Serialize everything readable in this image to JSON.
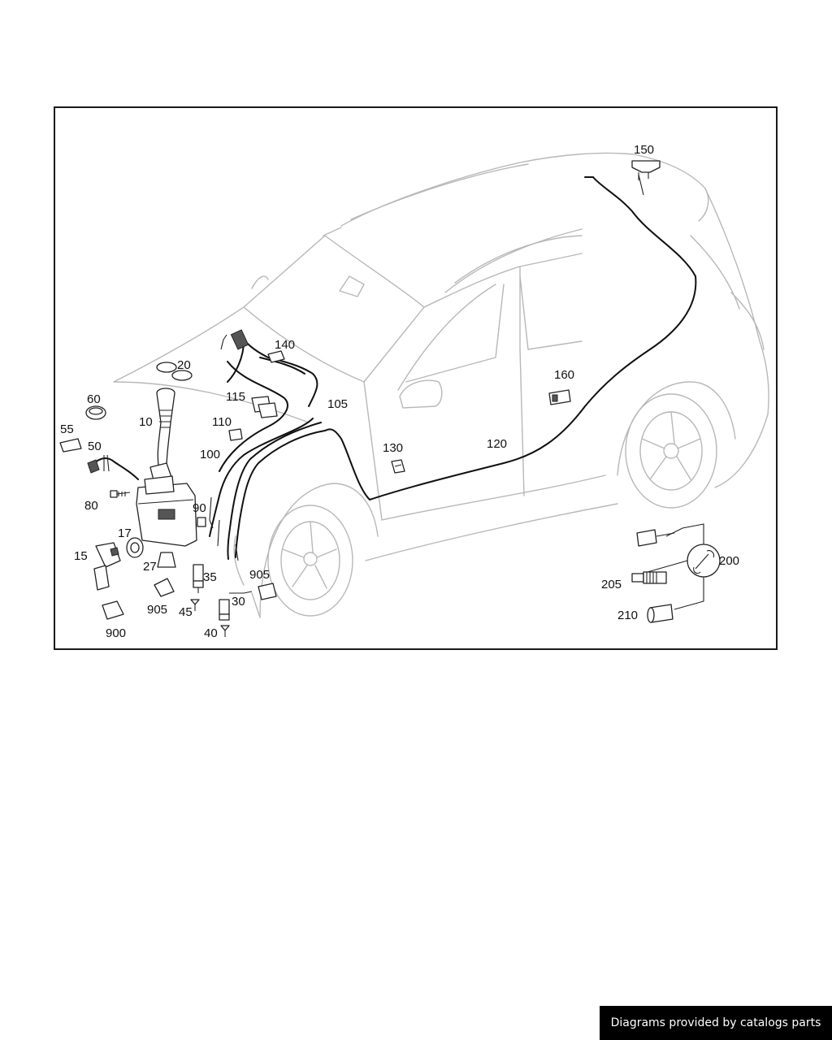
{
  "diagram": {
    "callouts": [
      "150",
      "140",
      "20",
      "60",
      "10",
      "55",
      "50",
      "80",
      "90",
      "17",
      "15",
      "27",
      "35",
      "905",
      "45",
      "900",
      "30",
      "40",
      "115",
      "110",
      "100",
      "105",
      "130",
      "120",
      "160",
      "200",
      "205",
      "210"
    ]
  },
  "credit": "Diagrams provided by catalogs parts",
  "colors": {
    "frame": "#1a1a1a",
    "line": "#111111",
    "car_outline": "#b8b8b8",
    "credit_bg": "#000000",
    "credit_text": "#ffffff"
  }
}
